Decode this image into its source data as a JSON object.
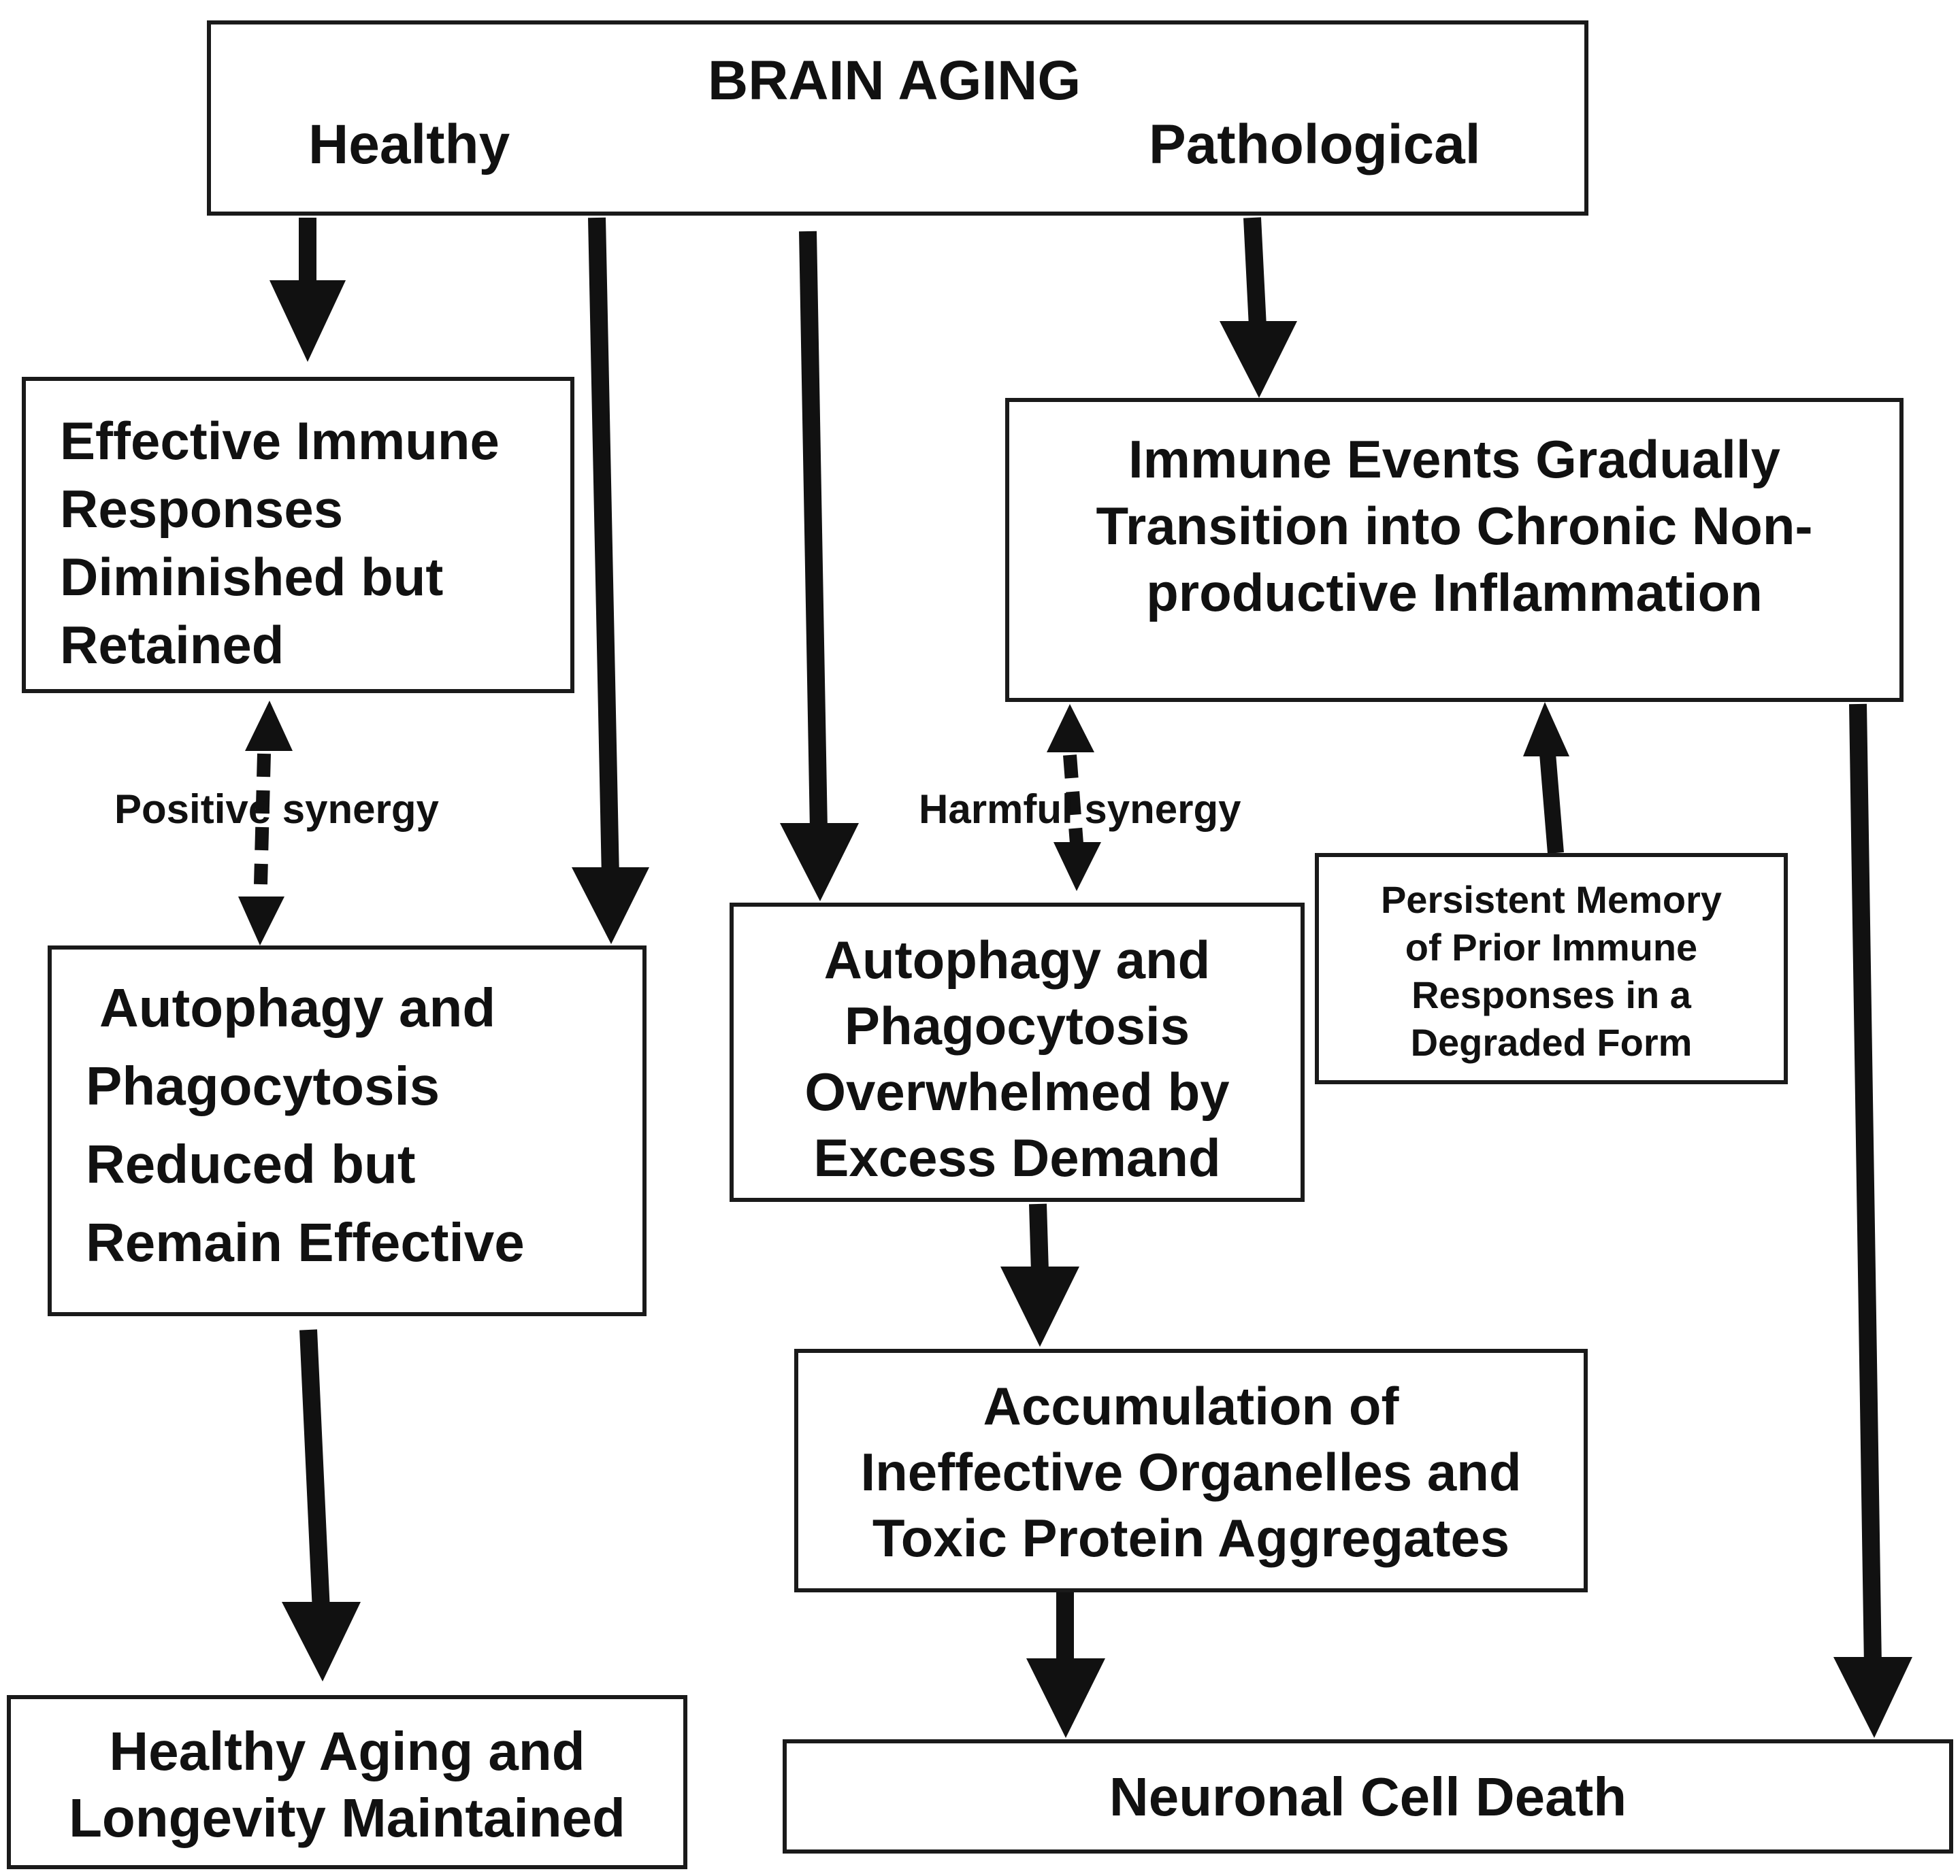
{
  "header": {
    "title": "BRAIN AGING",
    "healthy": "Healthy",
    "pathological": "Pathological"
  },
  "boxes": {
    "effective_immune": [
      "Effective Immune",
      "Responses",
      "Diminished but",
      "Retained"
    ],
    "immune_events": [
      "Immune Events Gradually",
      "Transition into Chronic Non-",
      "productive Inflammation"
    ],
    "autophagy_healthy": [
      "Autophagy and",
      "Phagocytosis",
      "Reduced but",
      "Remain Effective"
    ],
    "autophagy_pathological": [
      "Autophagy and",
      "Phagocytosis",
      "Overwhelmed by",
      "Excess Demand"
    ],
    "persistent_memory": [
      "Persistent Memory",
      "of Prior Immune",
      "Responses in a",
      "Degraded Form"
    ],
    "accumulation": [
      "Accumulation of",
      "Ineffective Organelles and",
      "Toxic Protein Aggregates"
    ],
    "healthy_aging": [
      "Healthy Aging and",
      "Longevity Maintained"
    ],
    "neuronal_death": [
      "Neuronal Cell Death"
    ]
  },
  "labels": {
    "positive_synergy": "Positive synergy",
    "harmful_synergy": "Harmful synergy"
  },
  "colors": {
    "stroke": "#1a1a1a",
    "background": "#ffffff"
  }
}
